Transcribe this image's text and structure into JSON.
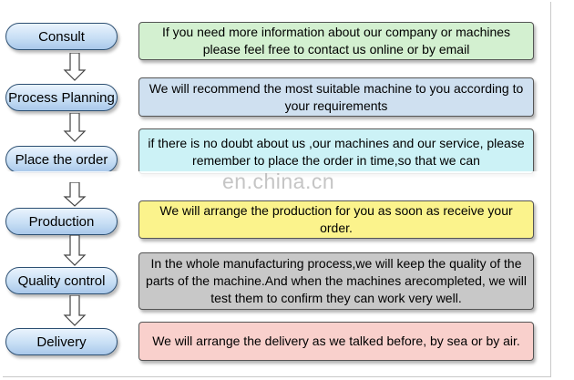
{
  "steps": [
    {
      "label": "Consult",
      "text": "If you need more information about our company or machines  please feel free to contact us online or by email",
      "fill": "#d3f0d0"
    },
    {
      "label": "Process Planning",
      "text": "We will recommend the most suitable machine to you according to your requirements",
      "fill": "#cfe0f0"
    },
    {
      "label": "Place the order",
      "text": "if there is no doubt about us ,our machines and our service, please remember to place the order in time,so that we can",
      "fill": "#ccf2f6"
    },
    {
      "label": "Production",
      "text": "We will arrange the production for you as soon as receive your order.",
      "fill": "#fbf38c"
    },
    {
      "label": "Quality control",
      "text": "In the whole manufacturing process,we will keep the quality of the parts of the machine.And when the machines arecompleted, we will test them to confirm they can work very well.",
      "fill": "#c8c8c8"
    },
    {
      "label": "Delivery",
      "text": "We will arrange the delivery as we talked before, by sea or by air.",
      "fill": "#f9d0cc"
    }
  ],
  "watermark": "en.china.cn",
  "colors": {
    "pill_border": "#2c4f72",
    "box_border": "#555555"
  }
}
